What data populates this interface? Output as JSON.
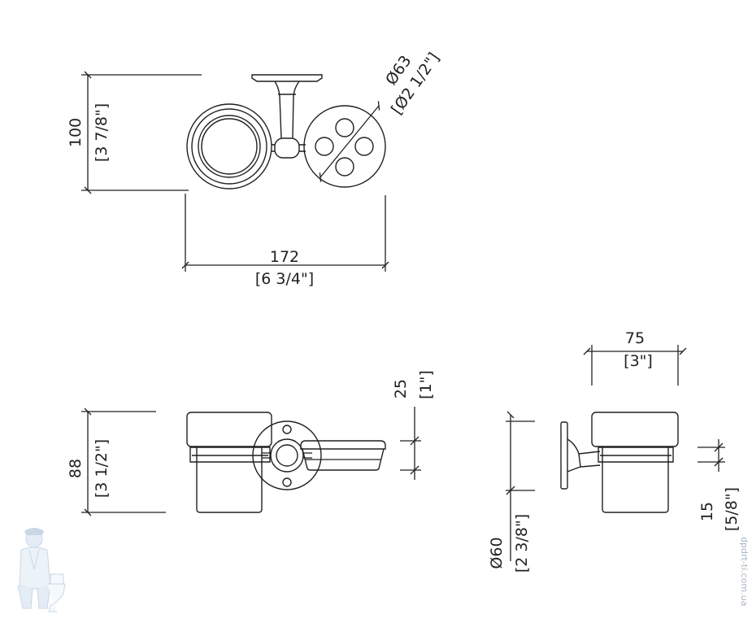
{
  "top_view": {
    "height": {
      "mm": "100",
      "inch": "[3 7/8\"]"
    },
    "width": {
      "mm": "172",
      "inch": "[6 3/4\"]"
    },
    "diameter": {
      "mm": "Ø63",
      "inch": "[Ø2 1/2\"]"
    }
  },
  "front_view": {
    "height": {
      "mm": "88",
      "inch": "[3 1/2\"]"
    },
    "dish_height": {
      "mm": "25",
      "inch": "[1\"]"
    }
  },
  "side_view": {
    "width": {
      "mm": "75",
      "inch": "[3\"]"
    },
    "diameter": {
      "mm": "Ø60",
      "inch": "[2 3/8\"]"
    },
    "band": {
      "mm": "15",
      "inch": "[5/8\"]"
    }
  },
  "watermark": "dpdrt-ti.com.ua"
}
